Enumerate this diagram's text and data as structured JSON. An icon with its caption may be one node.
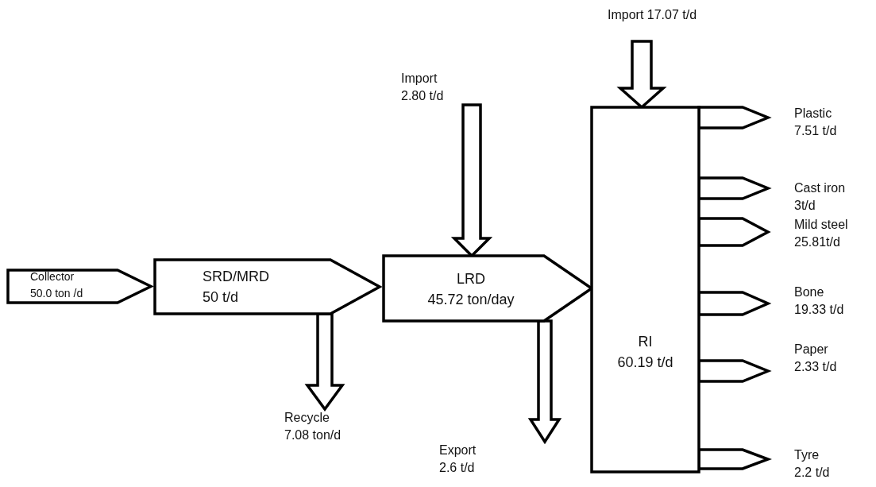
{
  "diagram": {
    "nodes": [
      {
        "text": [
          "Collector",
          "50.0 ton /d"
        ]
      },
      {
        "text": [
          "SRD/MRD",
          "50 t/d"
        ]
      },
      {
        "text": [
          "LRD",
          "45.72 ton/day"
        ]
      },
      {
        "text": [
          "RI",
          "60.19 t/d"
        ]
      },
      {
        "text": [
          "Import",
          "2.80 t/d"
        ]
      },
      {
        "text": [
          "Recycle",
          "7.08 ton/d"
        ]
      },
      {
        "text": [
          "Export",
          "2.6 t/d"
        ]
      },
      {
        "text": [
          "Import 17.07 t/d"
        ]
      },
      {
        "text": [
          "Plastic",
          "7.51 t/d"
        ]
      },
      {
        "text": [
          "Cast iron",
          "3t/d"
        ]
      },
      {
        "text": [
          "Mild steel",
          "25.81t/d"
        ]
      },
      {
        "text": [
          "Bone",
          "19.33 t/d"
        ]
      },
      {
        "text": [
          "Paper",
          "2.33 t/d"
        ]
      },
      {
        "text": [
          "Tyre",
          "2.2 t/d"
        ]
      }
    ],
    "edges": [
      {
        "from": 4,
        "to": 2,
        "arrow": "to"
      },
      {
        "from": 1,
        "to": 5,
        "arrow": "to"
      },
      {
        "from": 2,
        "to": 6,
        "arrow": "to"
      },
      {
        "from": 7,
        "to": 3,
        "arrow": "to"
      },
      {
        "from": 3,
        "to": 8,
        "arrow": "to"
      },
      {
        "from": 3,
        "to": 9,
        "arrow": "to"
      },
      {
        "from": 3,
        "to": 10,
        "arrow": "to"
      },
      {
        "from": 3,
        "to": 11,
        "arrow": "to"
      },
      {
        "from": 3,
        "to": 12,
        "arrow": "to"
      },
      {
        "from": 3,
        "to": 13,
        "arrow": "to"
      }
    ]
  }
}
